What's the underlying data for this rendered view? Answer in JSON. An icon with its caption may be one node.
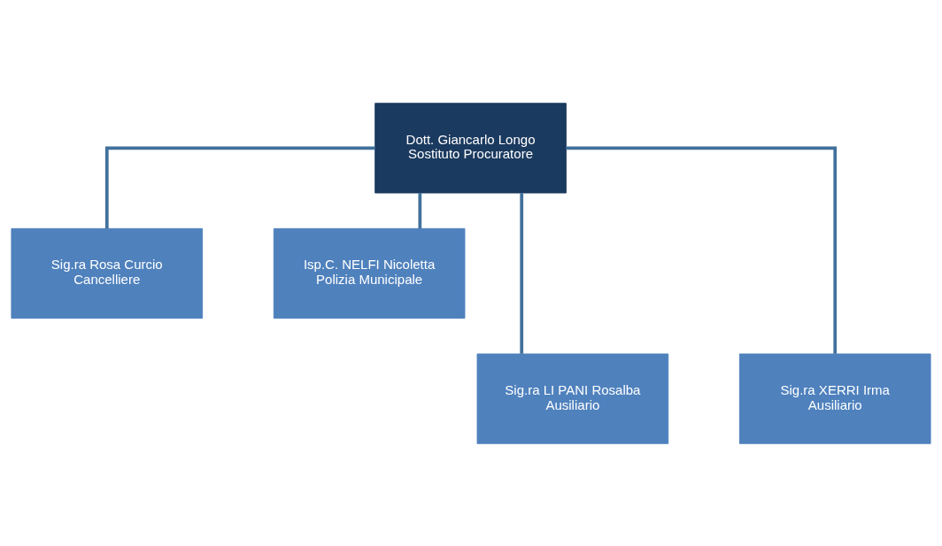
{
  "diagram": {
    "nodes": [
      {
        "text": [
          "Dott. Giancarlo Longo",
          "Sostituto Procuratore"
        ]
      },
      {
        "text": [
          "Sig.ra Rosa Curcio",
          "Cancelliere"
        ]
      },
      {
        "text": [
          "Isp.C. NELFI Nicoletta",
          "Polizia Municipale"
        ]
      },
      {
        "text": [
          "Sig.ra LI PANI Rosalba",
          "Ausiliario"
        ]
      },
      {
        "text": [
          "Sig.ra XERRI Irma",
          "Ausiliario"
        ]
      }
    ],
    "edges": [
      {
        "from": 0,
        "to": 1,
        "arrow": "none"
      },
      {
        "from": 0,
        "to": 2,
        "arrow": "none"
      },
      {
        "from": 0,
        "to": 3,
        "arrow": "none"
      },
      {
        "from": 0,
        "to": 4,
        "arrow": "none"
      }
    ]
  }
}
